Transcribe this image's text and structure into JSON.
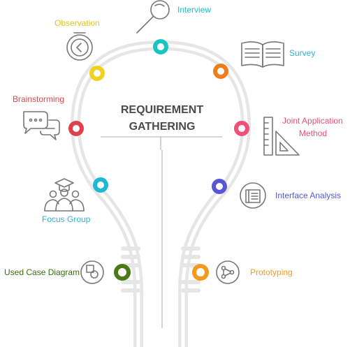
{
  "title": {
    "line1": "REQUIREMENT",
    "line2": "GATHERING"
  },
  "techniques": [
    {
      "label": "Interview",
      "color": "#19c3c1",
      "icon": "magnifier-icon"
    },
    {
      "label": "Observation",
      "color": "#e8d21f",
      "icon": "clock-icon"
    },
    {
      "label": "Survey",
      "color": "#2bb6d9",
      "icon": "open-book-icon"
    },
    {
      "label": "Brainstorming",
      "color": "#e0474c",
      "icon": "speech-bubbles-icon"
    },
    {
      "label_line1": "Joint  Application",
      "label_line2": "Method",
      "color": "#ef5077",
      "icon": "ruler-triangle-icon"
    },
    {
      "label": "Focus Group",
      "color": "#2bb6d9",
      "icon": "group-icon"
    },
    {
      "label": "Interface Analysis",
      "color": "#5a55d6",
      "icon": "interface-icon"
    },
    {
      "label": "Used Case Diagram",
      "color": "#3d6b12",
      "icon": "shapes-icon"
    },
    {
      "label": "Prototyping",
      "color": "#f29a1e",
      "icon": "network-icon"
    }
  ],
  "dot_colors": {
    "interview": "#19c3c1",
    "observation": "#f1d11d",
    "survey": "#f07d1c",
    "brainstorming": "#e0404a",
    "joint": "#ef5077",
    "focus_group": "#1fb8d2",
    "interface": "#5a55d6",
    "used_case": "#4a7a16",
    "prototyping": "#f29a1e"
  }
}
